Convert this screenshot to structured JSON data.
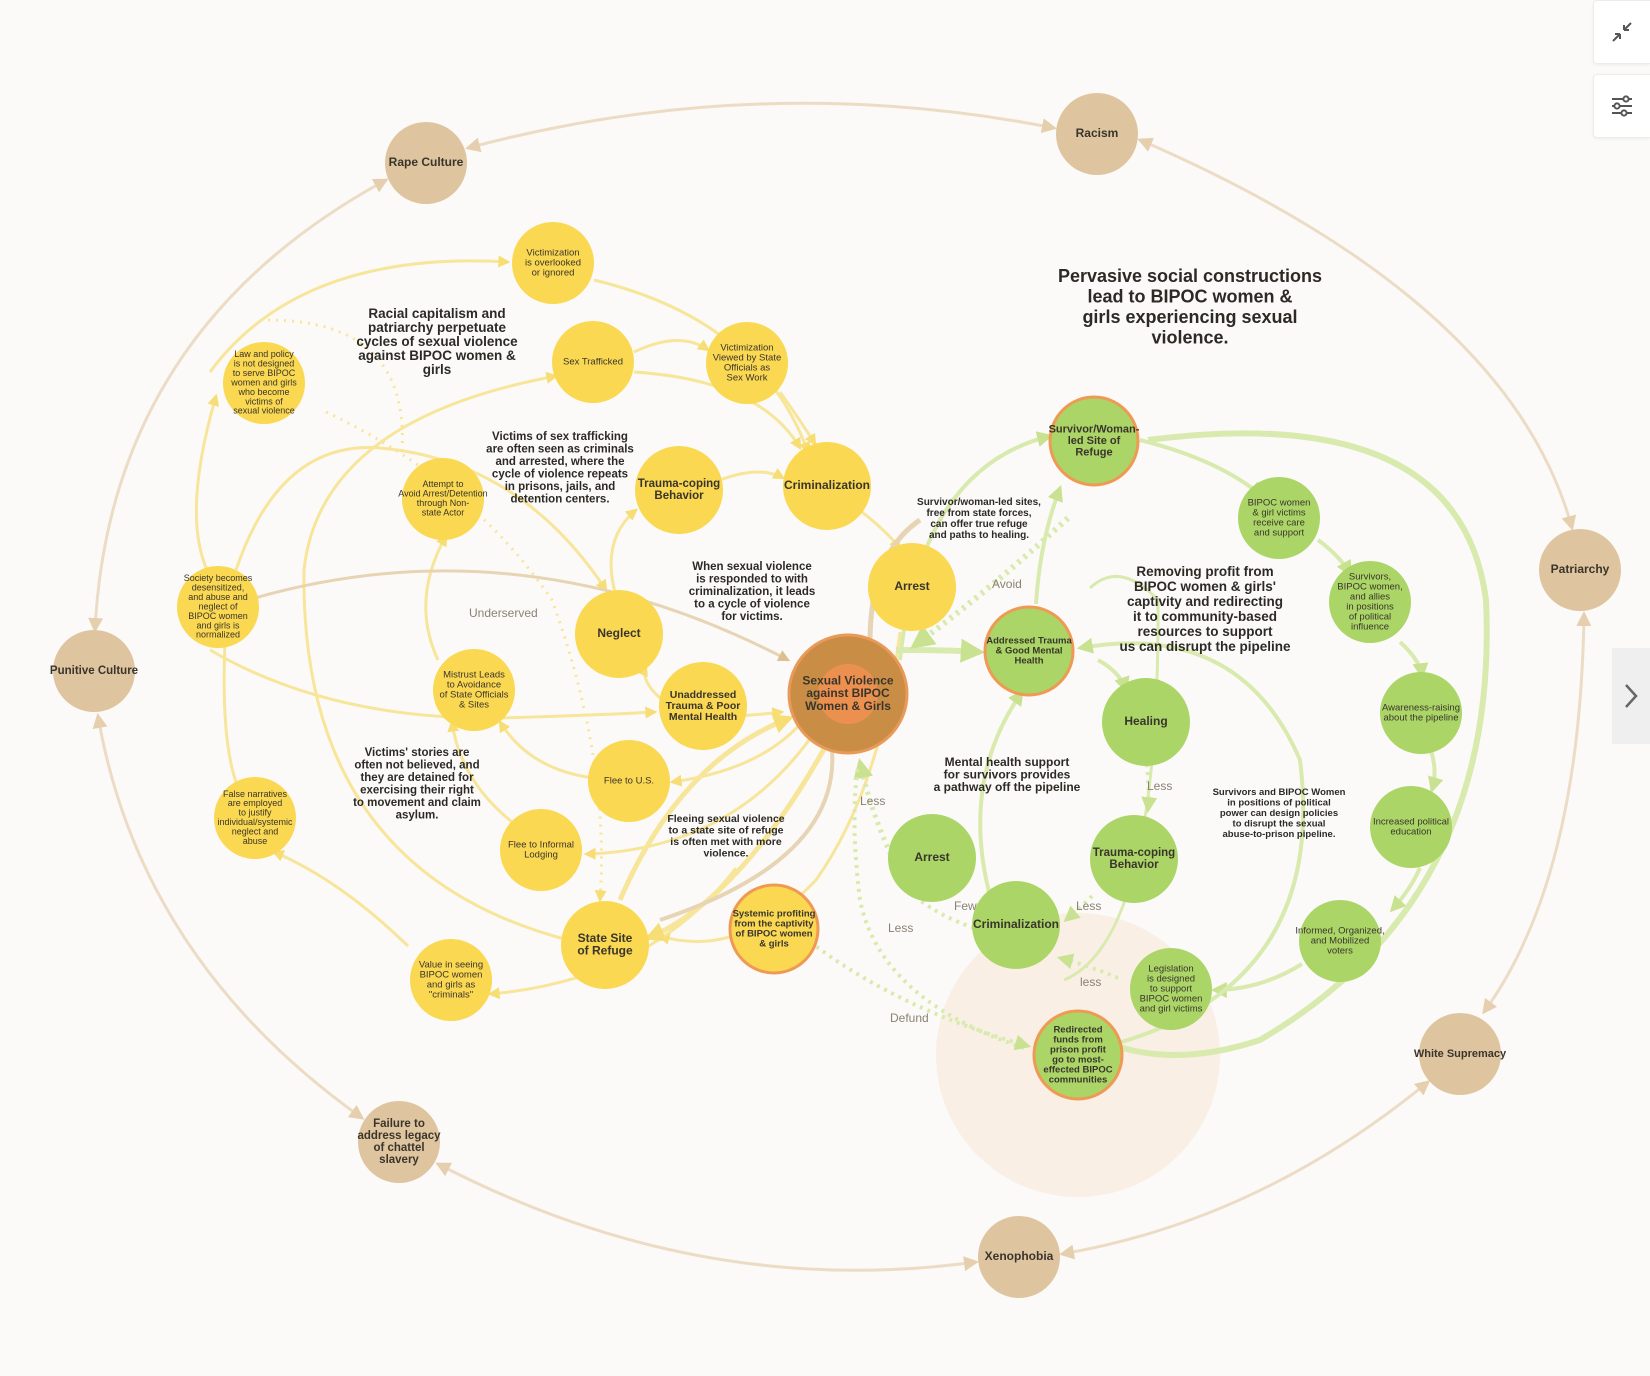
{
  "titles": {
    "main": [
      "Pervasive social constructions",
      "lead to BIPOC women &",
      "girls experiencing sexual",
      "violence."
    ],
    "racial": [
      "Racial capitalism and",
      "patriarchy perpetuate",
      "cycles of sexual violence",
      "against BIPOC women &",
      "girls"
    ],
    "removing": [
      "Removing profit from",
      "BIPOC women & girls'",
      "captivity and redirecting",
      "it to community-based",
      "resources to support",
      "us can disrupt the pipeline"
    ]
  },
  "notes": {
    "trafficking": [
      "Victims of sex trafficking",
      "are often seen as criminals",
      "and arrested, where the",
      "cycle of violence repeats",
      "in prisons, jails, and",
      "detention centers."
    ],
    "when": [
      "When sexual violence",
      "is responded to with",
      "criminalization, it leads",
      "to a cycle of violence",
      "for victims."
    ],
    "stories": [
      "Victims' stories are",
      "often not believed, and",
      "they are detained for",
      "exercising their right",
      "to movement and claim",
      "asylum."
    ],
    "fleeing": [
      "Fleeing sexual violence",
      "to a state site of refuge",
      "is often met with more",
      "violence."
    ],
    "survivorled": [
      "Survivor/woman-led sites,",
      "free from state forces,",
      "can offer true refuge",
      "and paths to healing."
    ],
    "mental": [
      "Mental health support",
      "for survivors provides",
      "a pathway off the pipeline"
    ],
    "policy": [
      "Survivors and BIPOC Women",
      "in positions of political",
      "power can design policies",
      "to disrupt the sexual",
      "abuse-to-prison pipeline."
    ]
  },
  "nodes": {
    "rape_culture": [
      "Rape Culture"
    ],
    "racism": [
      "Racism"
    ],
    "patriarchy": [
      "Patriarchy"
    ],
    "white_supremacy": [
      "White Supremacy"
    ],
    "xenophobia": [
      "Xenophobia"
    ],
    "failure_legacy": [
      "Failure to",
      "address legacy",
      "of chattel",
      "slavery"
    ],
    "punitive_culture": [
      "Punitive Culture"
    ],
    "victimization_overlooked": [
      "Victimization",
      "is overlooked",
      "or ignored"
    ],
    "sex_trafficked": [
      "Sex Trafficked"
    ],
    "victimization_sexwork": [
      "Victimization",
      "Viewed by State",
      "Officials as",
      "Sex Work"
    ],
    "law_policy": [
      "Law and policy",
      "is not designed",
      "to serve BIPOC",
      "women and girls",
      "who become",
      "victims of",
      "sexual violence"
    ],
    "attempt_avoid": [
      "Attempt to",
      "Avoid Arrest/Detention",
      "through Non-",
      "state Actor"
    ],
    "trauma_coping_y": [
      "Trauma-coping",
      "Behavior"
    ],
    "criminalization_y": [
      "Criminalization"
    ],
    "arrest_y": [
      "Arrest"
    ],
    "society_desensitized": [
      "Society becomes",
      "desensitized,",
      "and abuse and",
      "neglect of",
      "BIPOC women",
      "and girls is",
      "normalized"
    ],
    "neglect": [
      "Neglect"
    ],
    "mistrust_leads": [
      "Mistrust Leads",
      "to Avoidance",
      "of State Officials",
      "& Sites"
    ],
    "unaddressed_trauma": [
      "Unaddressed",
      "Trauma & Poor",
      "Mental Health"
    ],
    "sexual_violence": [
      "Sexual Violence",
      "against BIPOC",
      "Women & Girls"
    ],
    "flee_us": [
      "Flee to U.S."
    ],
    "false_narratives": [
      "False narratives",
      "are employed",
      "to justify",
      "individual/systemic",
      "neglect and",
      "abuse"
    ],
    "flee_informal": [
      "Flee to Informal",
      "Lodging"
    ],
    "state_site_refuge": [
      "State Site",
      "of Refuge"
    ],
    "systemic_profiting": [
      "Systemic profiting",
      "from the captivity",
      "of BIPOC women",
      "& girls"
    ],
    "value_criminals": [
      "Value in seeing",
      "BIPOC women",
      "and girls as",
      "\"criminals\""
    ],
    "survivor_led_refuge": [
      "Survivor/Woman-",
      "led Site of",
      "Refuge"
    ],
    "bipoc_care": [
      "BIPOC women",
      "& girl victims",
      "receive care",
      "and support"
    ],
    "survivors_political": [
      "Survivors,",
      "BIPOC women,",
      "and allies",
      "in positions",
      "of political",
      "influence"
    ],
    "addressed_trauma": [
      "Addressed Trauma",
      "& Good Mental",
      "Health"
    ],
    "healing": [
      "Healing"
    ],
    "awareness_raising": [
      "Awareness-raising",
      "about the pipeline"
    ],
    "increased_education": [
      "Increased political",
      "education"
    ],
    "arrest_g": [
      "Arrest"
    ],
    "trauma_coping_g": [
      "Trauma-coping",
      "Behavior"
    ],
    "criminalization_g": [
      "Criminalization"
    ],
    "informed_voters": [
      "Informed, Organized,",
      "and Mobilized",
      "voters"
    ],
    "legislation_designed": [
      "Legislation",
      "is designed",
      "to support",
      "BIPOC women",
      "and girl victims"
    ],
    "redirected_funds": [
      "Redirected",
      "funds from",
      "prison profit",
      "go to most-",
      "effected BIPOC",
      "communities"
    ]
  },
  "edge_labels": {
    "underserved": "Underserved",
    "avoid": "Avoid",
    "less1": "Less",
    "less2": "Less",
    "less3": "Less",
    "less4": "Less",
    "less5": "less",
    "fewer": "Fewer",
    "defund": "Defund"
  },
  "icons": {
    "collapse": "collapse-arrows-icon",
    "filters": "sliders-icon",
    "next": "chevron-right-icon"
  },
  "colors": {
    "background": "#fbfaf8",
    "tan_node": "#dfc59f",
    "yellow_node": "#fad851",
    "green_node": "#abd567",
    "orange_ring": "#ef9a54",
    "core_node": "#c98d45",
    "yellow_edge": "#f7e59a",
    "green_edge": "#d9eaaf",
    "tan_edge": "#ecdcc5"
  }
}
